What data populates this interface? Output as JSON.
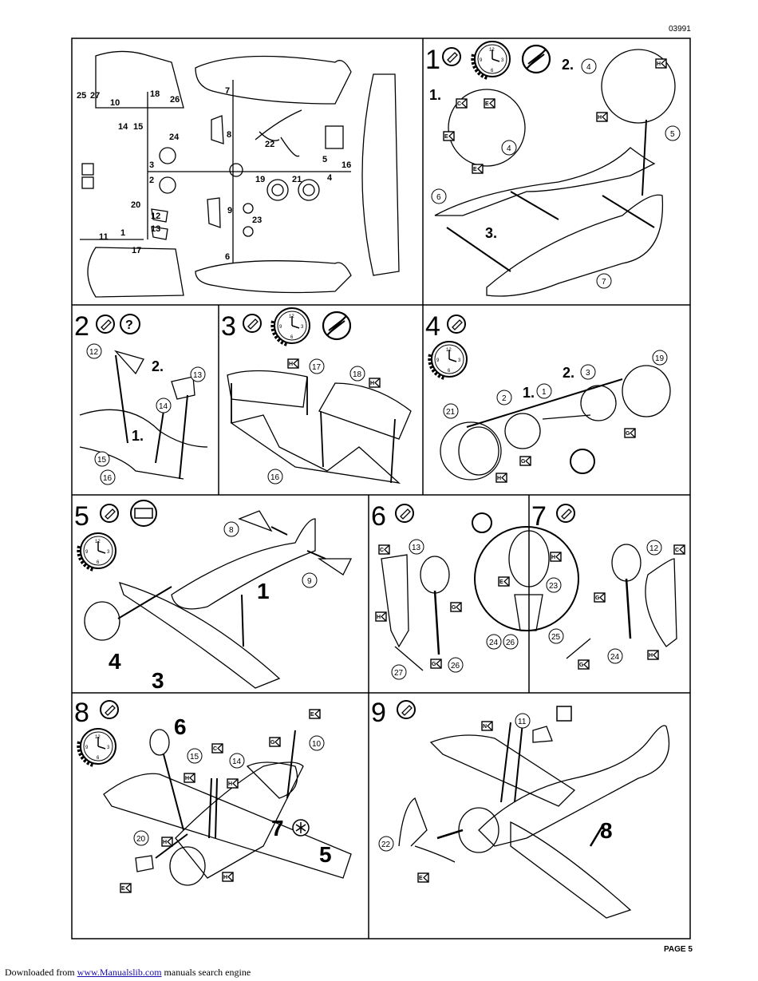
{
  "header": {
    "doc_code": "03991"
  },
  "footer": {
    "page_label": "PAGE 5",
    "prefix": "Downloaded from",
    "link_text": "www.Manualslib.com",
    "suffix": "manuals search engine"
  },
  "sprue": {
    "parts": [
      "25",
      "27",
      "10",
      "18",
      "26",
      "7",
      "14",
      "15",
      "24",
      "8",
      "22",
      "3",
      "5",
      "16",
      "4",
      "2",
      "19",
      "21",
      "20",
      "12",
      "9",
      "23",
      "13",
      "1",
      "11",
      "17",
      "6"
    ]
  },
  "steps": {
    "s1": {
      "num": "1",
      "sub1": "1.",
      "sub2": "2.",
      "sub3": "3.",
      "parts": [
        "4",
        "5",
        "6",
        "7"
      ],
      "tags": [
        "C",
        "E",
        "E",
        "E",
        "H",
        "H"
      ]
    },
    "s2": {
      "num": "2",
      "sub1": "1.",
      "sub2": "2.",
      "parts": [
        "12",
        "13",
        "14",
        "15",
        "16"
      ]
    },
    "s3": {
      "num": "3",
      "parts": [
        "17",
        "18",
        "16"
      ],
      "tags": [
        "H",
        "H"
      ]
    },
    "s4": {
      "num": "4",
      "sub1": "1.",
      "sub2": "2.",
      "parts": [
        "1",
        "2",
        "3",
        "19",
        "21"
      ],
      "tags": [
        "G",
        "G",
        "H"
      ]
    },
    "s5": {
      "num": "5",
      "parts": [
        "8",
        "9"
      ],
      "big": [
        "1",
        "3",
        "4"
      ]
    },
    "s6": {
      "num": "6",
      "parts": [
        "13",
        "23",
        "24",
        "26",
        "27",
        "26"
      ],
      "tags": [
        "C",
        "G",
        "H",
        "H",
        "E",
        "G"
      ]
    },
    "s7": {
      "num": "7",
      "parts": [
        "12",
        "24",
        "25"
      ],
      "tags": [
        "C",
        "G",
        "H",
        "G"
      ]
    },
    "s8": {
      "num": "8",
      "parts": [
        "15",
        "14",
        "10",
        "20"
      ],
      "big": [
        "6",
        "7",
        "5"
      ],
      "tags": [
        "C",
        "E",
        "G",
        "H",
        "H",
        "H",
        "H",
        "E"
      ]
    },
    "s9": {
      "num": "9",
      "parts": [
        "11",
        "22"
      ],
      "big": [
        "8"
      ],
      "tags": [
        "N",
        "E"
      ]
    }
  }
}
